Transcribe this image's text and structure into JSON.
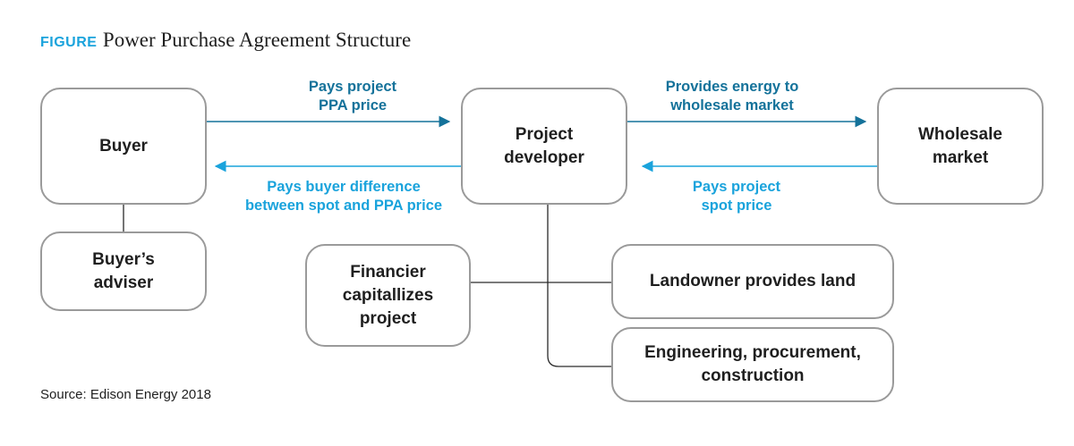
{
  "figure": {
    "tag": "FIGURE",
    "title": "Power Purchase Agreement Structure"
  },
  "nodes": {
    "buyer": "Buyer",
    "buyer_adviser": "Buyer’s adviser",
    "developer": "Project developer",
    "wholesale": "Wholesale market",
    "financier": "Financier capitallizes project",
    "landowner": "Landowner provides land",
    "epc": "Engineering, procurement, construction"
  },
  "edges": {
    "buyer_to_dev_line1": "Pays project",
    "buyer_to_dev_line2": "PPA price",
    "dev_to_buyer_line1": "Pays buyer difference",
    "dev_to_buyer_line2": "between spot and PPA price",
    "dev_to_market_line1": "Provides energy to",
    "dev_to_market_line2": "wholesale market",
    "market_to_dev_line1": "Pays project",
    "market_to_dev_line2": "spot price"
  },
  "source": "Source: Edison Energy 2018",
  "colors": {
    "dark_arrow": "#14729a",
    "light_arrow": "#1aa3dc",
    "border": "#9a9a9a",
    "connector": "#2a2a2a"
  }
}
